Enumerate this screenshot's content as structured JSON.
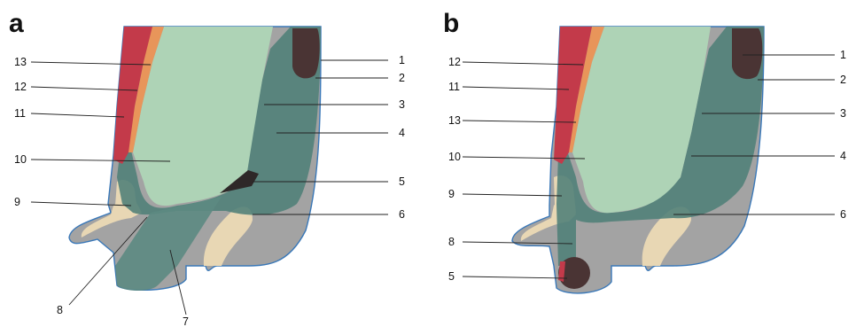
{
  "panels": [
    {
      "letter": "a",
      "labels": {
        "1": "1",
        "2": "2",
        "3": "3",
        "4": "4",
        "5": "5",
        "6": "6",
        "7": "7",
        "8": "8",
        "9": "9",
        "10": "10",
        "11": "11",
        "12": "12",
        "13": "13"
      }
    },
    {
      "letter": "b",
      "labels": {
        "1": "1",
        "2": "2",
        "3": "3",
        "4": "4",
        "5": "5",
        "6": "6",
        "8": "8",
        "9": "9",
        "10": "10",
        "11": "11",
        "12": "12",
        "13": "13"
      }
    }
  ],
  "colors": {
    "tissue_gray": "#a3a3a3",
    "tissue_outline": "#3a78b8",
    "green_core": "#aed3b6",
    "teal_band": "#4f7f78",
    "dark_lumen": "#4a3434",
    "cream_cartilage": "#e8d7b4",
    "muscle_red": "#c33a4a",
    "orange_layer": "#e8955a"
  }
}
